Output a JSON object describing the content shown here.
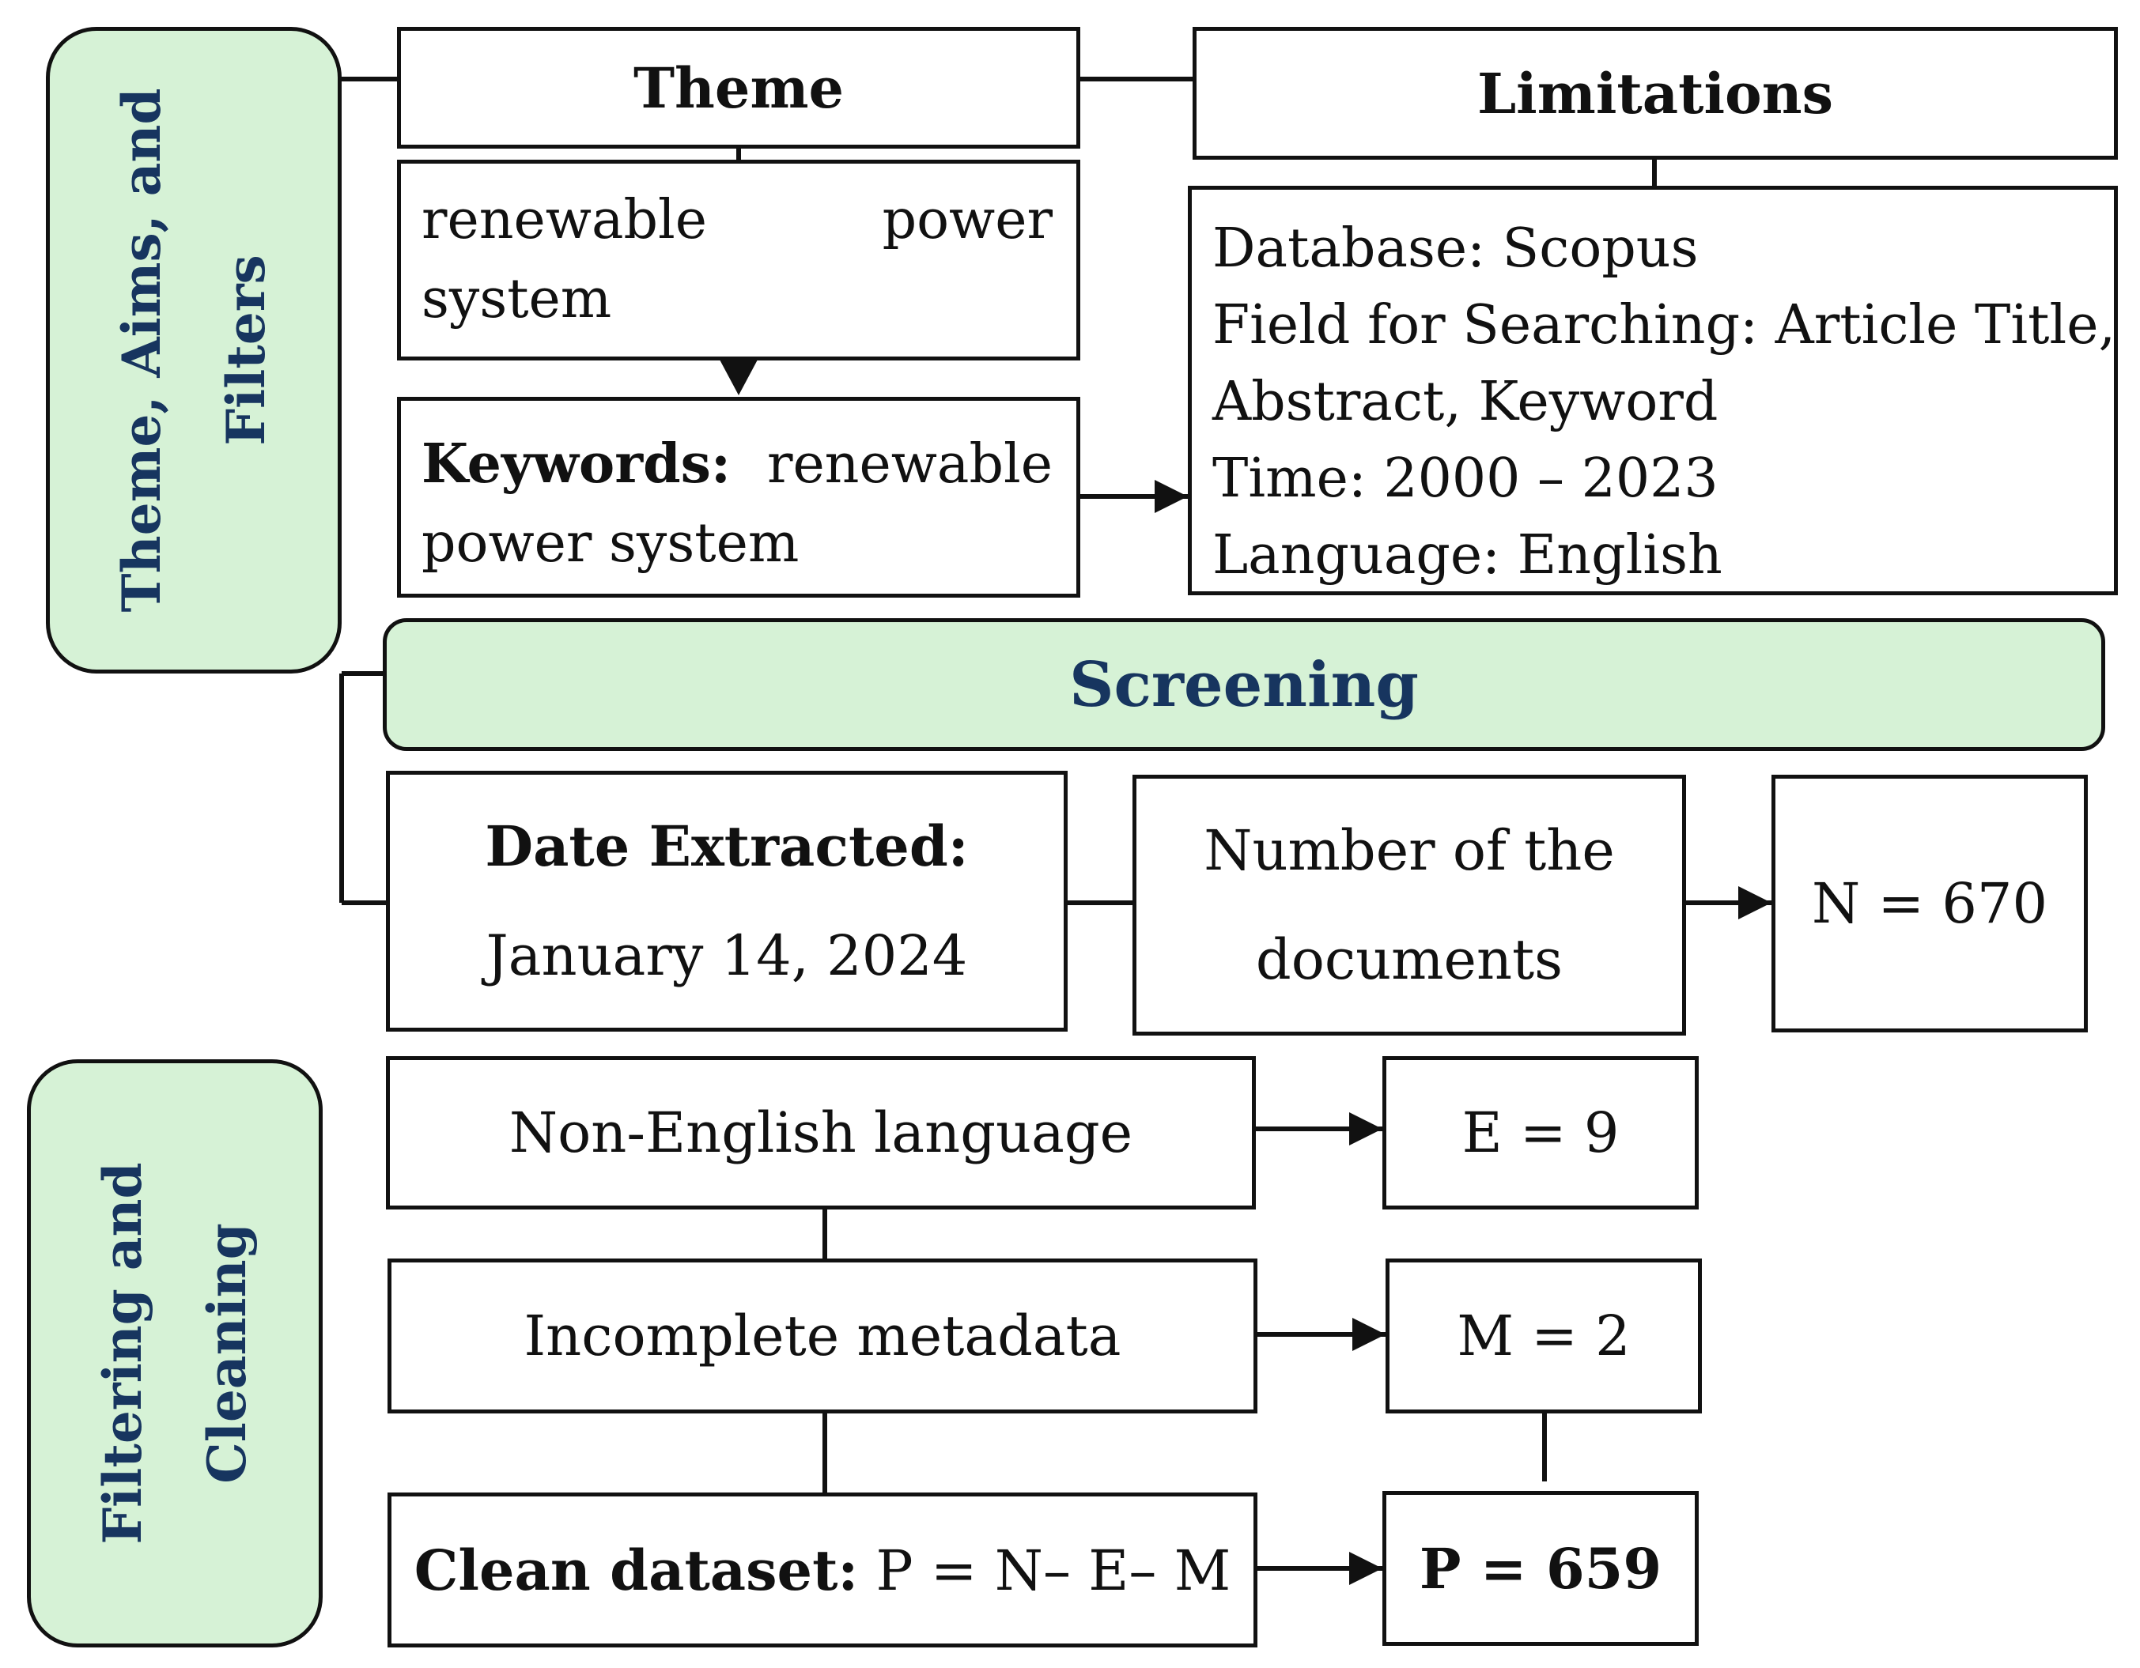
{
  "sections": {
    "theme_aims_filters": [
      "Theme, Aims, and",
      "Filters"
    ],
    "screening": "Screening",
    "filtering_cleaning": [
      "Filtering and",
      "Cleaning"
    ]
  },
  "theme": {
    "title": "Theme",
    "text": "renewable power system"
  },
  "keywords": {
    "label": "Keywords:",
    "text": "renewable power system"
  },
  "limitations": {
    "title": "Limitations",
    "lines": [
      "Database: Scopus",
      "Field for Searching: Article Title,",
      "Abstract, Keyword",
      "Time: 2000 – 2023",
      "Language: English"
    ]
  },
  "extraction": {
    "label": "Date Extracted:",
    "date": "January 14, 2024"
  },
  "documents": {
    "lines": [
      "Number of the",
      "documents"
    ],
    "n": "N = 670"
  },
  "filters": [
    {
      "label": "Non-English language",
      "result": "E = 9"
    },
    {
      "label": "Incomplete metadata",
      "result": "M = 2"
    }
  ],
  "clean": {
    "label": "Clean dataset:",
    "formula": "P = N– E– M",
    "result": "P = 659"
  },
  "colors": {
    "section_fill": "#d6f2d6",
    "section_text": "#17355f",
    "stroke": "#111111"
  }
}
